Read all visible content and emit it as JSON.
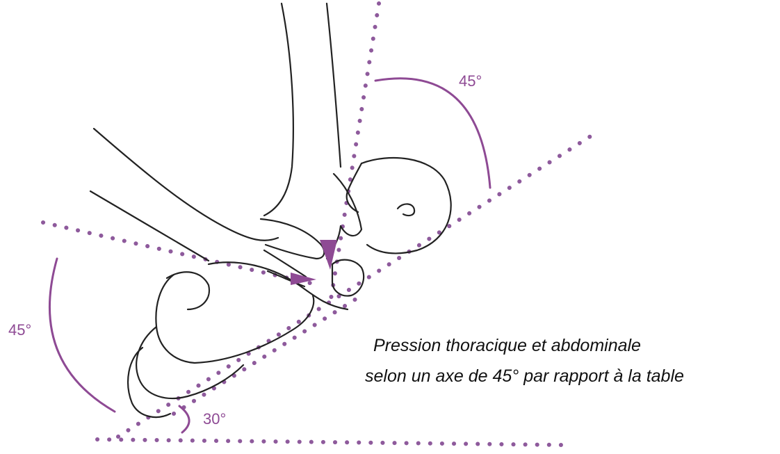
{
  "angles": {
    "head_angle": "45°",
    "left_angle": "45°",
    "table_angle": "30°"
  },
  "caption": {
    "line1": "Pression thoracique et abdominale",
    "line2": "selon un axe de 45° par rapport à la table"
  },
  "colors": {
    "accent": "#8e4a94",
    "dots": "#8e5a9c",
    "ink": "#222222"
  }
}
